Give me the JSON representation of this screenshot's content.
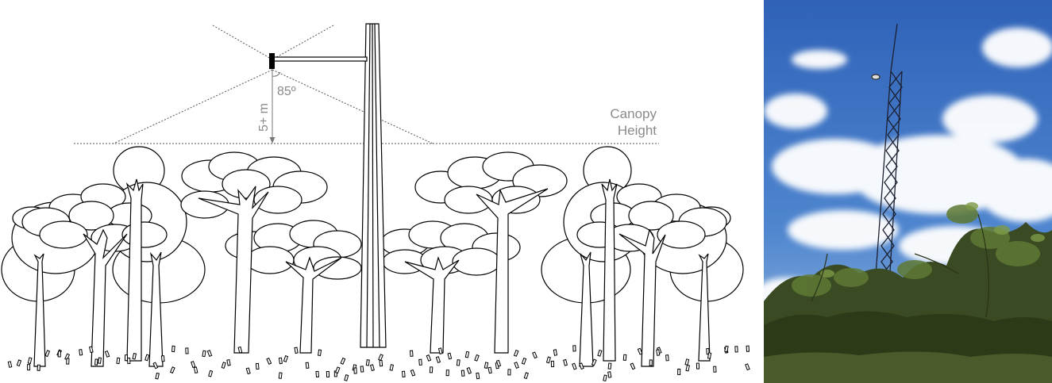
{
  "diagram": {
    "canopy_label_line1": "Canopy",
    "canopy_label_line2": "Height",
    "angle_label": "85º",
    "height_label": "5+ m"
  },
  "photo": {
    "sky_color": "#3d6fc0",
    "vegetation_color": "#2f3d1e"
  }
}
